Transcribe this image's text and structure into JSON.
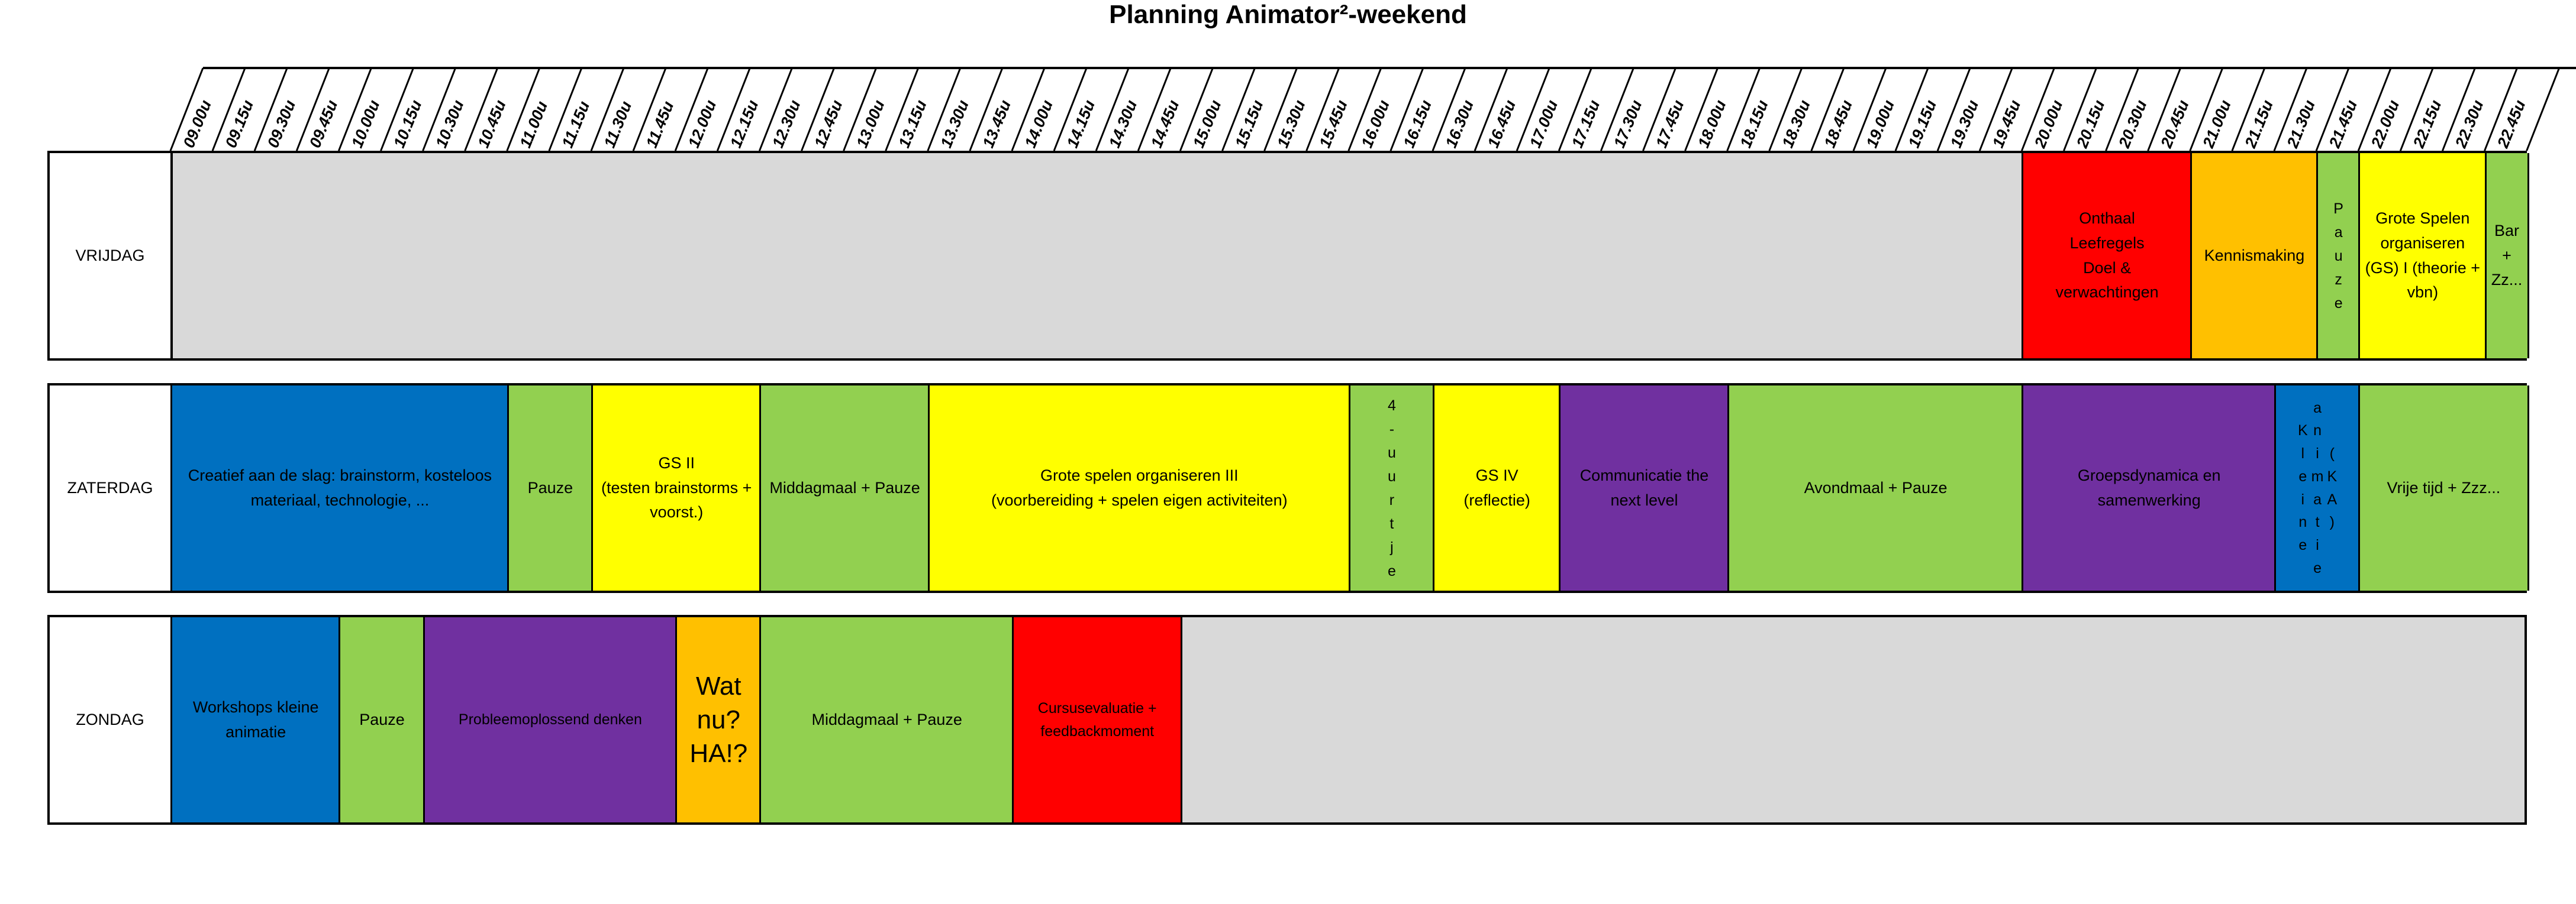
{
  "title": "Planning Animator²-weekend",
  "colors": {
    "red": "#ff0000",
    "orange": "#ffc000",
    "green": "#92d050",
    "yellow": "#ffff00",
    "blue": "#0070c0",
    "purple": "#7030a0",
    "empty": "#d9d9d9"
  },
  "times": [
    "09.00u",
    "09.15u",
    "09.30u",
    "09.45u",
    "10.00u",
    "10.15u",
    "10.30u",
    "10.45u",
    "11.00u",
    "11.15u",
    "11.30u",
    "11.45u",
    "12.00u",
    "12.15u",
    "12.30u",
    "12.45u",
    "13.00u",
    "13.15u",
    "13.30u",
    "13.45u",
    "14.00u",
    "14.15u",
    "14.30u",
    "14.45u",
    "15.00u",
    "15.15u",
    "15.30u",
    "15.45u",
    "16.00u",
    "16.15u",
    "16.30u",
    "16.45u",
    "17.00u",
    "17.15u",
    "17.30u",
    "17.45u",
    "18.00u",
    "18.15u",
    "18.30u",
    "18.45u",
    "19.00u",
    "19.15u",
    "19.30u",
    "19.45u",
    "20.00u",
    "20.15u",
    "20.30u",
    "20.45u",
    "21.00u",
    "21.15u",
    "21.30u",
    "21.45u",
    "22.00u",
    "22.15u",
    "22.30u",
    "22.45u"
  ],
  "days": [
    {
      "label": "VRIJDAG",
      "blocks": [
        {
          "start": 44,
          "span": 4,
          "color": "red",
          "text": "Onthaal\nLeefregels\nDoel &\nverwachtingen"
        },
        {
          "start": 48,
          "span": 3,
          "color": "orange",
          "text": "Kennismaking"
        },
        {
          "start": 51,
          "span": 1,
          "color": "green",
          "text": "P\na\nu\nz\ne",
          "vert": true
        },
        {
          "start": 52,
          "span": 3,
          "color": "yellow",
          "text": "Grote Spelen organiseren (GS) I  (theorie + vbn)"
        },
        {
          "start": 55,
          "span": 1,
          "color": "green",
          "text": "Bar + Zz..."
        }
      ]
    },
    {
      "label": "ZATERDAG",
      "blocks": [
        {
          "start": 0,
          "span": 8,
          "color": "blue",
          "text": "Creatief aan de slag: brainstorm, kosteloos materiaal, technologie, ..."
        },
        {
          "start": 8,
          "span": 2,
          "color": "green",
          "text": "Pauze"
        },
        {
          "start": 10,
          "span": 4,
          "color": "yellow",
          "text": "GS II\n(testen brainstorms + voorst.)"
        },
        {
          "start": 14,
          "span": 4,
          "color": "green",
          "text": "Middagmaal + Pauze"
        },
        {
          "start": 18,
          "span": 10,
          "color": "yellow",
          "text": "Grote spelen organiseren III\n(voorbereiding + spelen eigen activiteiten)"
        },
        {
          "start": 28,
          "span": 2,
          "color": "green",
          "text": "4\n-\nu\nu\nr\nt\nj\ne",
          "vert": true
        },
        {
          "start": 30,
          "span": 3,
          "color": "yellow",
          "text": "GS IV\n(reflectie)"
        },
        {
          "start": 33,
          "span": 4,
          "color": "purple",
          "text": "Communicatie the next level"
        },
        {
          "start": 37,
          "span": 7,
          "color": "green",
          "text": "Avondmaal + Pauze"
        },
        {
          "start": 44,
          "span": 6,
          "color": "purple",
          "text": "Groepsdynamica en samenwerking"
        },
        {
          "start": 50,
          "span": 2,
          "color": "blue",
          "text": "Kleine animatie (KA)",
          "kleine": true
        },
        {
          "start": 52,
          "span": 4,
          "color": "green",
          "text": "Vrije tijd + Zzz..."
        }
      ]
    },
    {
      "label": "ZONDAG",
      "blocks": [
        {
          "start": 0,
          "span": 4,
          "color": "blue",
          "text": "Workshops kleine animatie"
        },
        {
          "start": 4,
          "span": 2,
          "color": "green",
          "text": "Pauze"
        },
        {
          "start": 6,
          "span": 6,
          "color": "purple",
          "text": "Probleemoplossend denken",
          "small": true
        },
        {
          "start": 12,
          "span": 2,
          "color": "orange",
          "text": "Wat nu?\nHA!?",
          "big": true
        },
        {
          "start": 14,
          "span": 6,
          "color": "green",
          "text": "Middagmaal + Pauze"
        },
        {
          "start": 20,
          "span": 4,
          "color": "red",
          "text": "Cursusevaluatie + feedbackmoment",
          "small": true
        }
      ]
    }
  ]
}
